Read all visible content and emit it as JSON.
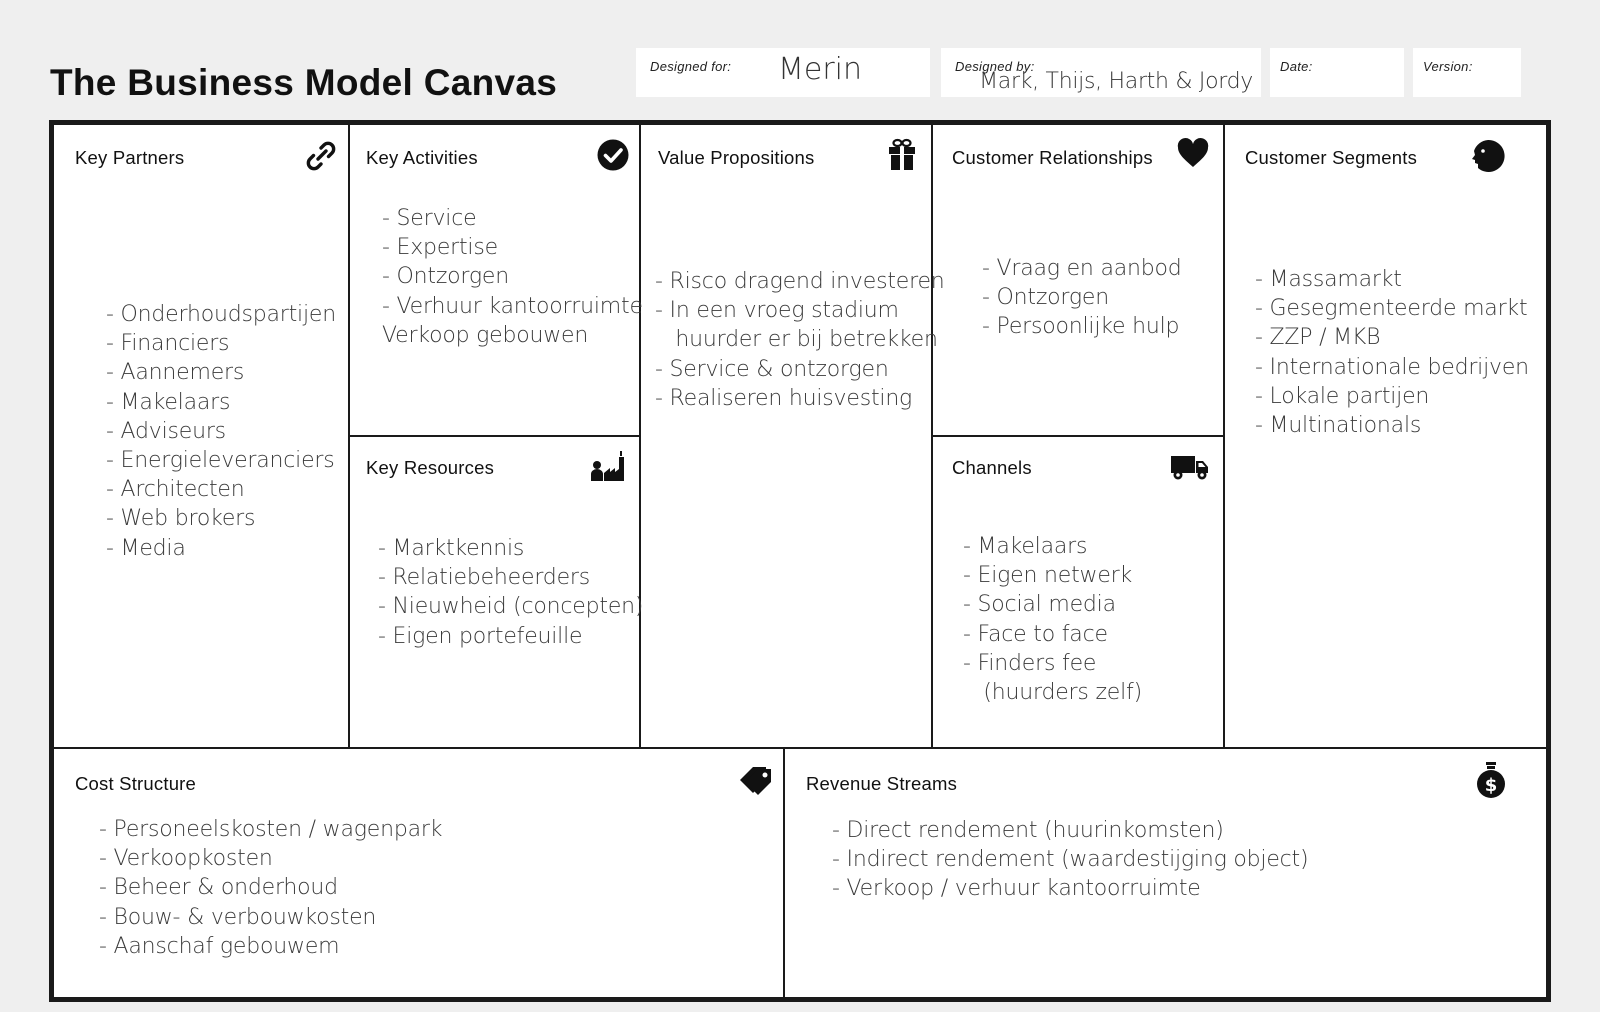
{
  "header": {
    "title": "The Business Model Canvas",
    "designed_for_label": "Designed for:",
    "designed_for_value": "Merin",
    "designed_by_label": "Designed by:",
    "designed_by_value": "Mark, Thijs, Harth & Jordy",
    "date_label": "Date:",
    "date_value": "",
    "version_label": "Version:",
    "version_value": ""
  },
  "canvas": {
    "key_partners": {
      "title": "Key Partners",
      "icon": "link-icon",
      "items": [
        "- Onderhoudspartijen",
        "- Financiers",
        "- Aannemers",
        "- Makelaars",
        "- Adviseurs",
        "- Energieleveranciers",
        "- Architecten",
        "- Web brokers",
        "- Media"
      ]
    },
    "key_activities": {
      "title": "Key Activities",
      "icon": "check-circle-icon",
      "items": [
        "- Service",
        "- Expertise",
        "- Ontzorgen",
        "- Verhuur kantoorruimte",
        "Verkoop gebouwen"
      ]
    },
    "key_resources": {
      "title": "Key Resources",
      "icon": "factory-worker-icon",
      "items": [
        "- Marktkennis",
        "- Relatiebeheerders",
        "- Nieuwheid (concepten)",
        "- Eigen portefeuille"
      ]
    },
    "value_propositions": {
      "title": "Value Propositions",
      "icon": "gift-icon",
      "items": [
        "- Risco dragend investeren",
        "- In een vroeg stadium",
        "   huurder er bij betrekken",
        "- Service & ontzorgen",
        "- Realiseren huisvesting"
      ]
    },
    "customer_relationships": {
      "title": "Customer Relationships",
      "icon": "heart-icon",
      "items": [
        "- Vraag en aanbod",
        "- Ontzorgen",
        "- Persoonlijke hulp"
      ]
    },
    "channels": {
      "title": "Channels",
      "icon": "truck-icon",
      "items": [
        "- Makelaars",
        "- Eigen netwerk",
        "- Social media",
        "- Face to face",
        "- Finders fee",
        "   (huurders zelf)"
      ]
    },
    "customer_segments": {
      "title": "Customer Segments",
      "icon": "face-icon",
      "items": [
        "- Massamarkt",
        "- Gesegmenteerde markt",
        "- ZZP / MKB",
        "- Internationale bedrijven",
        "- Lokale partijen",
        "- Multinationals"
      ]
    },
    "cost_structure": {
      "title": "Cost Structure",
      "icon": "price-tag-icon",
      "items": [
        "- Personeelskosten / wagenpark",
        "- Verkoopkosten",
        "- Beheer & onderhoud",
        "- Bouw- & verbouwkosten",
        "- Aanschaf gebouwem"
      ]
    },
    "revenue_streams": {
      "title": "Revenue Streams",
      "icon": "money-bag-icon",
      "items": [
        "- Direct rendement (huurinkomsten)",
        "- Indirect rendement (waardestijging object)",
        "- Verkoop / verhuur kantoorruimte"
      ]
    }
  }
}
